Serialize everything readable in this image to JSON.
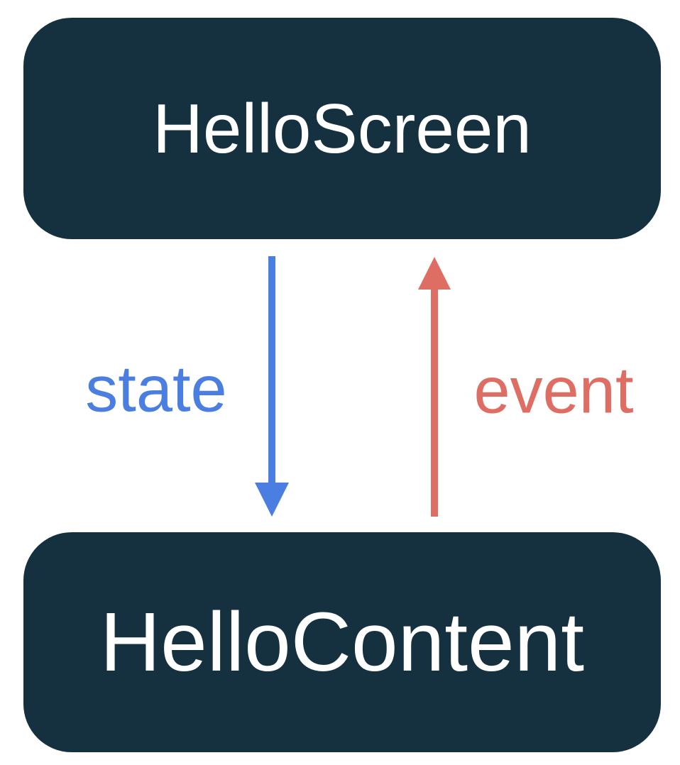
{
  "diagram": {
    "title": "unidirectional data flow between HelloScreen and HelloContent",
    "nodes": [
      {
        "id": "hello-screen",
        "label": "HelloScreen"
      },
      {
        "id": "hello-content",
        "label": "HelloContent"
      }
    ],
    "edges": [
      {
        "from": "hello-screen",
        "to": "hello-content",
        "label": "state",
        "direction": "down",
        "color": "#4A7EE0"
      },
      {
        "from": "hello-content",
        "to": "hello-screen",
        "label": "event",
        "direction": "up",
        "color": "#DE6E63"
      }
    ]
  },
  "colors": {
    "node-bg": "#15303E",
    "node-text": "#FFFFFF",
    "state-blue": "#4A7EE0",
    "event-red": "#DE6E63",
    "canvas-bg": "#FFFFFF"
  }
}
